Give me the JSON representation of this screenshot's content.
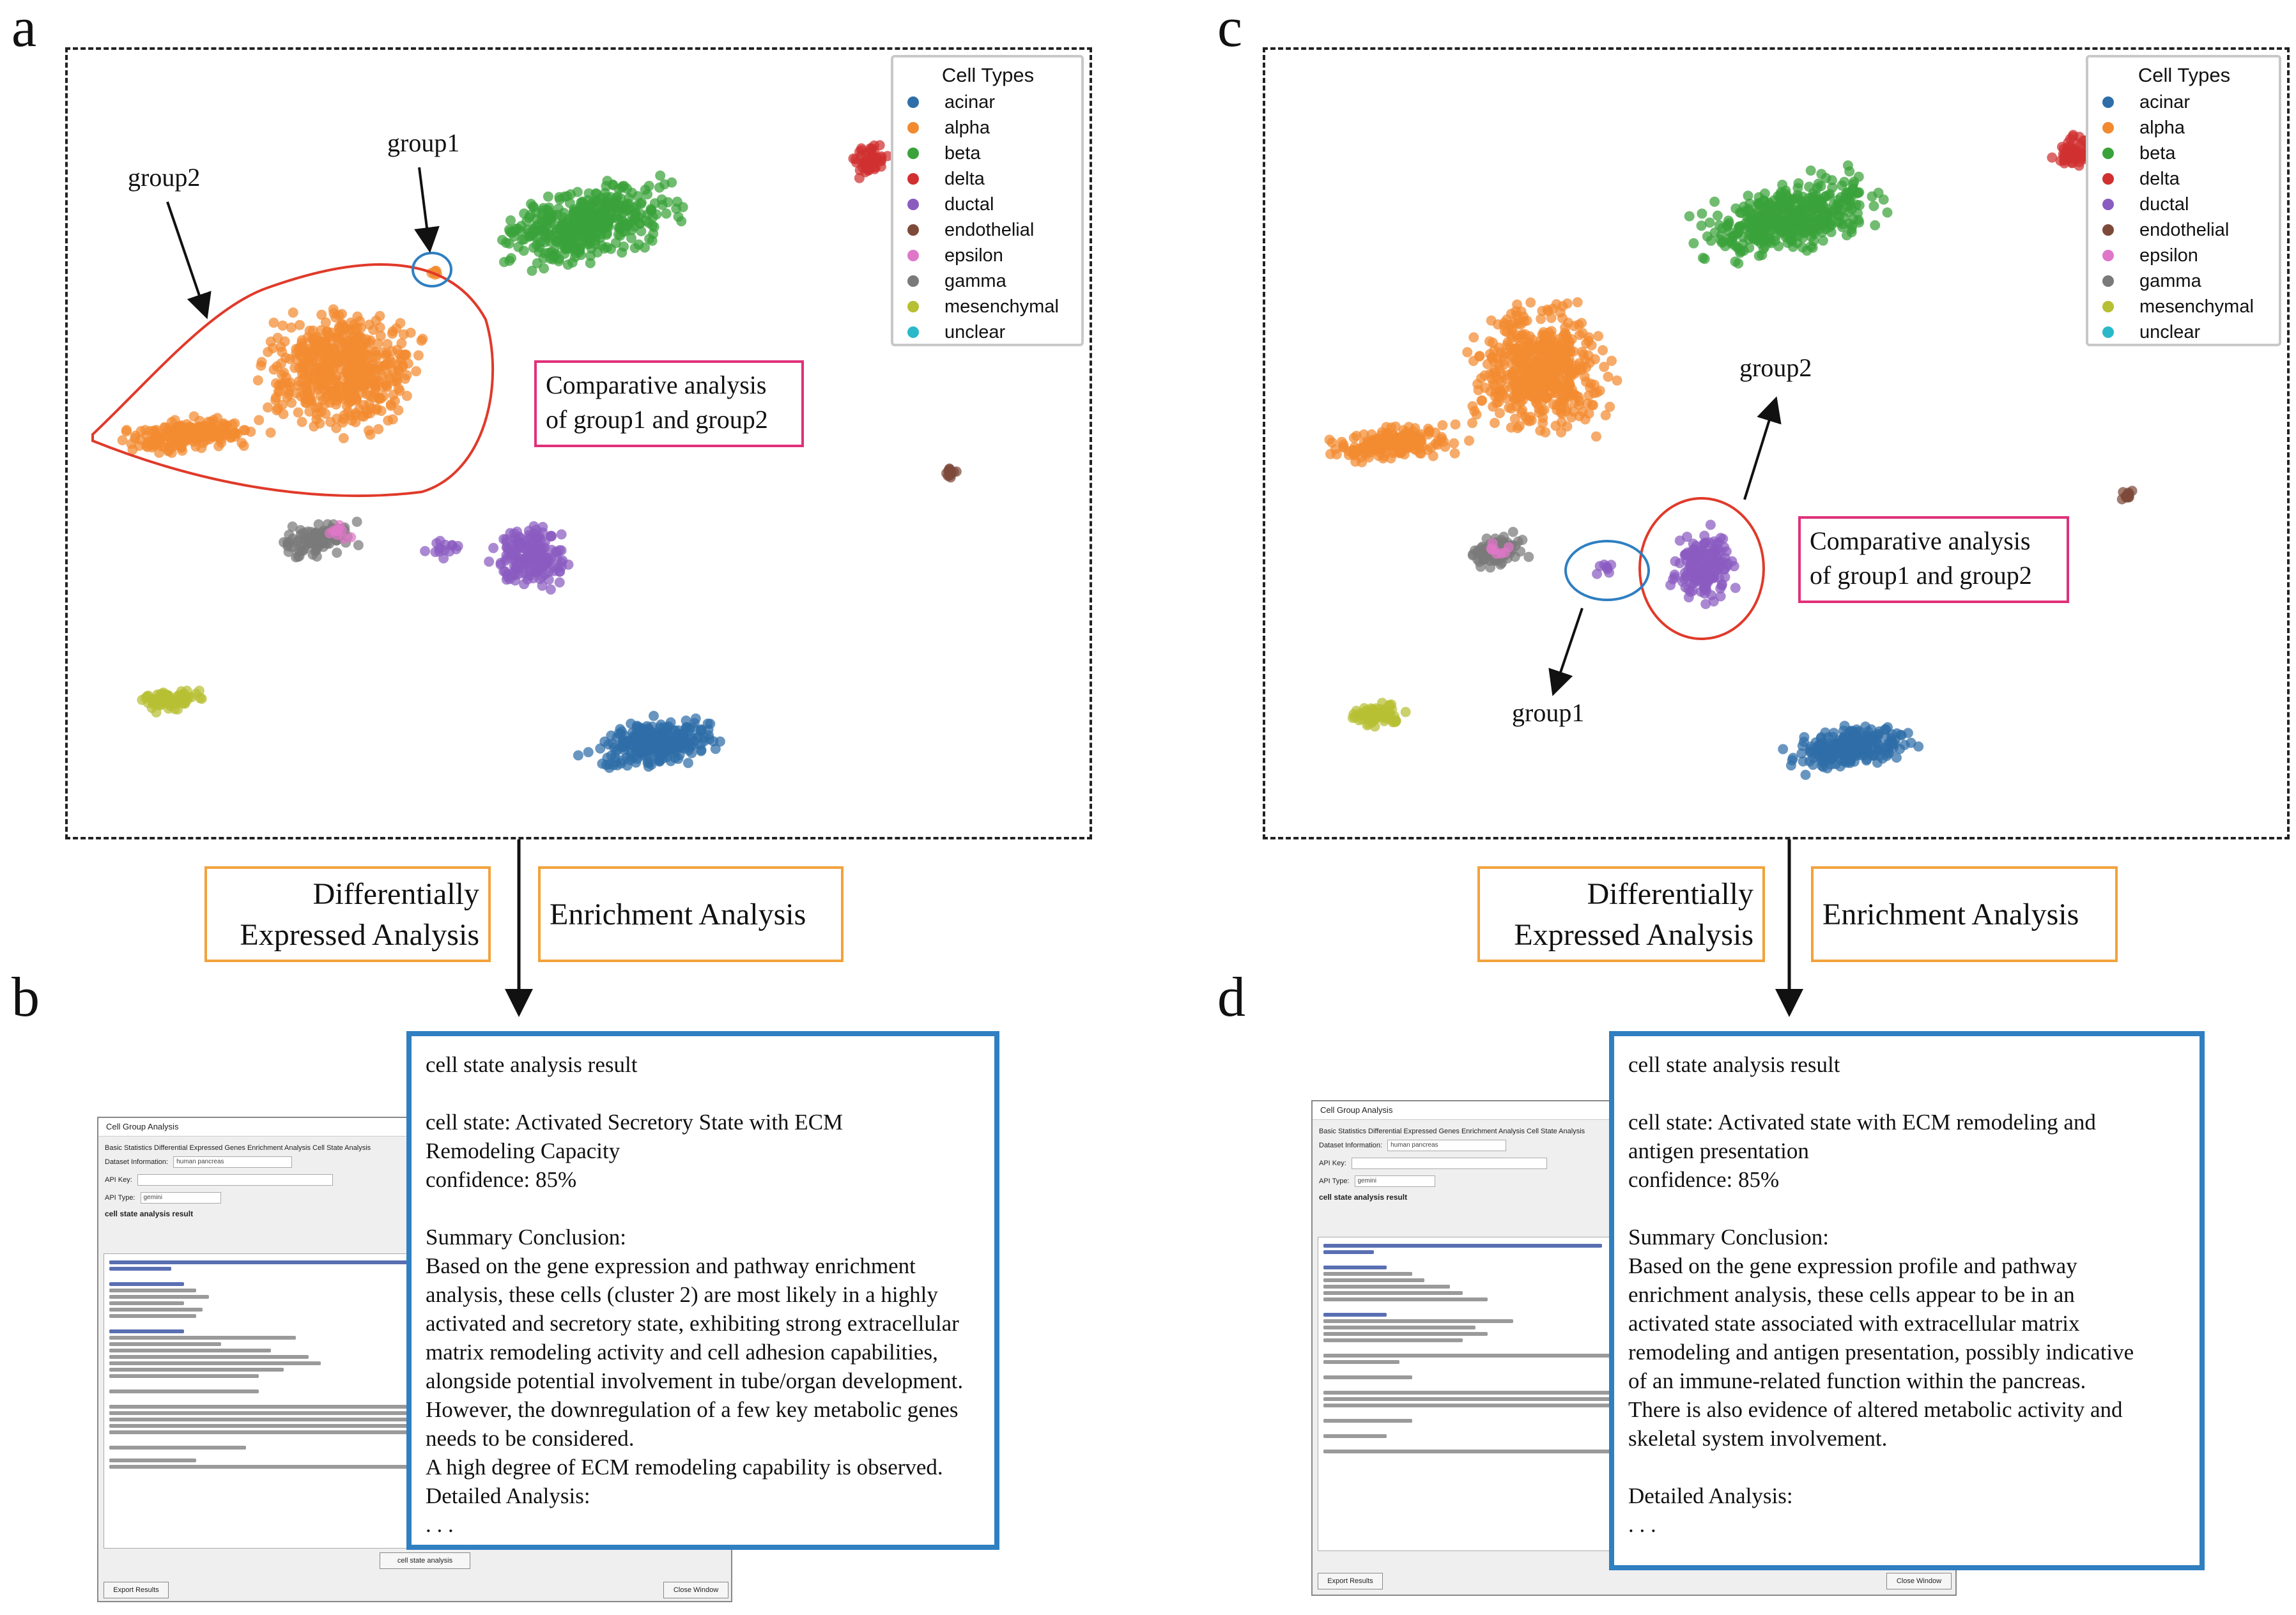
{
  "panels": {
    "a": "a",
    "b": "b",
    "c": "c",
    "d": "d"
  },
  "legend": {
    "title": "Cell Types",
    "items": [
      {
        "name": "acinar",
        "color": "#2f6ea8"
      },
      {
        "name": "alpha",
        "color": "#f28a30"
      },
      {
        "name": "beta",
        "color": "#3aa23a"
      },
      {
        "name": "delta",
        "color": "#d03030"
      },
      {
        "name": "ductal",
        "color": "#8a5cc0"
      },
      {
        "name": "endothelial",
        "color": "#7d4a3a"
      },
      {
        "name": "epsilon",
        "color": "#df77c8"
      },
      {
        "name": "gamma",
        "color": "#7a7a7a"
      },
      {
        "name": "mesenchymal",
        "color": "#b7bf33"
      },
      {
        "name": "unclear",
        "color": "#2ab9c9"
      }
    ]
  },
  "labels": {
    "group1": "group1",
    "group2": "group2"
  },
  "compare_text": {
    "line1": "Comparative analysis",
    "line2": "of group1 and group2"
  },
  "pipeline": {
    "diff_line1": "Differentially",
    "diff_line2": "Expressed Analysis",
    "enrich": "Enrichment Analysis"
  },
  "result_b": {
    "heading": "cell state analysis result",
    "state_line1": "cell state: Activated Secretory State with ECM",
    "state_line2": "Remodeling Capacity",
    "confidence": "confidence: 85%",
    "summary_title": "Summary Conclusion:",
    "summary_lines": [
      "Based on the gene expression and pathway enrichment",
      "analysis, these cells (cluster 2) are most likely in a highly",
      "activated and secretory state, exhibiting strong extracellular",
      "matrix remodeling activity and cell adhesion capabilities,",
      "alongside potential involvement in tube/organ development.",
      "However, the downregulation of a few key metabolic genes",
      "needs to be considered.",
      "A high degree of ECM remodeling capability is observed."
    ],
    "detail_title": "Detailed Analysis:",
    "ellipsis": ". . ."
  },
  "result_d": {
    "heading": "cell state analysis result",
    "state_line1": "cell state: Activated state with ECM remodeling and",
    "state_line2": "antigen presentation",
    "confidence": "confidence: 85%",
    "summary_title": "Summary Conclusion:",
    "summary_lines": [
      "Based on the gene expression profile and pathway",
      "enrichment analysis, these cells appear to be in an",
      "activated state associated with extracellular matrix",
      "remodeling and antigen presentation, possibly indicative",
      "of an immune-related function within the pancreas.",
      "There is also evidence of altered metabolic activity and",
      "skeletal system involvement."
    ],
    "detail_title": "Detailed Analysis:",
    "ellipsis": ". . ."
  },
  "mini_window_b": {
    "title": "Cell Group Analysis",
    "tabs": "Basic Statistics  Differential Expressed Genes  Enrichment Analysis  Cell State Analysis",
    "dataset_label": "Dataset Information:",
    "dataset_value": "human pancreas",
    "api_key_label": "API Key:",
    "api_type_label": "API Type:",
    "api_type_value": "gemini",
    "section": "cell state analysis result",
    "run_button": "cell state analysis",
    "export_button": "Export Results",
    "close_button": "Close Window"
  },
  "mini_window_d": {
    "title": "Cell Group Analysis",
    "tabs": "Basic Statistics  Differential Expressed Genes  Enrichment Analysis  Cell State Analysis",
    "dataset_label": "Dataset Information:",
    "dataset_value": "human pancreas",
    "api_key_label": "API Key:",
    "api_type_label": "API Type:",
    "api_type_value": "gemini",
    "section": "cell state analysis result",
    "export_button": "Export Results",
    "close_button": "Close Window"
  }
}
